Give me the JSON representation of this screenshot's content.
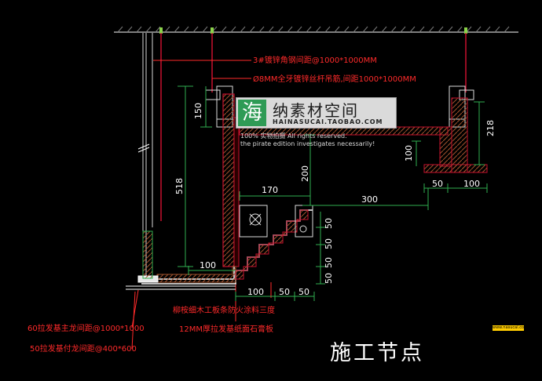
{
  "annotations": [
    {
      "text": "3#镀锌角钢间距@1000*1000MM"
    },
    {
      "text": "Ø8MM全牙镀锌丝杆吊筋,间距1000*1000MM"
    },
    {
      "text": "柳桉细木工板条防火涂料三度"
    },
    {
      "text": "12MM厚拉发基纸面石膏板"
    },
    {
      "text": "60拉发基主龙间距@1000*1000"
    },
    {
      "text": "50拉发基付龙间距@400*600"
    }
  ],
  "dimensions": {
    "d150": "150",
    "d518": "518",
    "d170": "170",
    "d200": "200",
    "d300": "300",
    "d100_left": "100",
    "d100_bottom_a": "100",
    "d50_bottom_b": "50",
    "d50_bottom_c": "50",
    "d50_v1": "50",
    "d50_v2": "50",
    "d50_v3": "50",
    "d50_v4": "50",
    "d218": "218",
    "d100_right_v": "100",
    "d50_right_h": "50",
    "d100_right_h": "100"
  },
  "watermark": {
    "logo_char": "海",
    "name": "纳素材空间",
    "url": "HAINASUCAI.TAOBAO.COM",
    "line1": "100% 实物拍摄  All rights reserved.",
    "line2": "the pirate edition investigates necessarily!"
  },
  "caption": "施工节点",
  "site_tag": "www.nasucai.com",
  "colors": {
    "background": "#000000",
    "annotation_red": "#ff2a2a",
    "ceiling_gray": "#9a9a9a",
    "wood_red": "#c8102e",
    "hatch_brown": "#a0522d",
    "dimension_green": "#2fae4f",
    "drawing_white": "#ffffff"
  }
}
